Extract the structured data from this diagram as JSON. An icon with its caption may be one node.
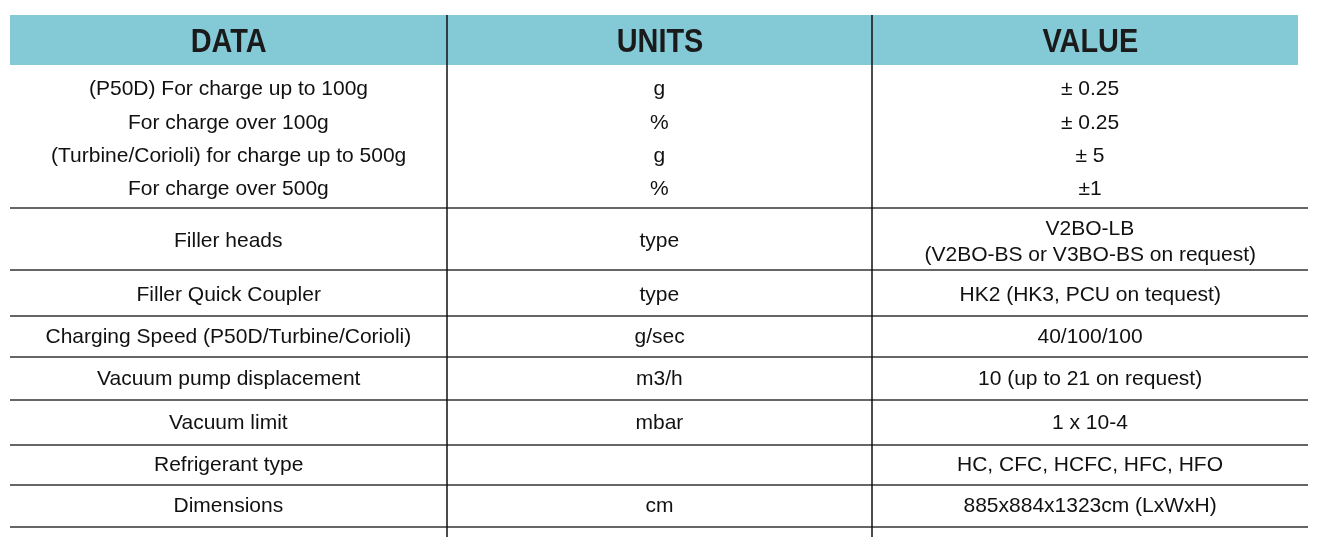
{
  "diagram": {
    "labels": [
      "DATA",
      "UNITS",
      "VALUE",
      "(P50D) For charge up to 100g",
      "g",
      "± 0.25",
      "For charge over 100g",
      "%",
      "± 0.25",
      "(Turbine/Corioli) for charge up to 500g",
      "g",
      "± 5",
      "For charge over 500g",
      "%",
      "±1",
      "Filler heads",
      "type",
      "V2BO-LB",
      "(V2BO-BS or V3BO-BS on request)",
      "Filler Quick Coupler",
      "type",
      "HK2 (HK3, PCU on tequest)",
      "Charging Speed (P50D/Turbine/Corioli)",
      "g/sec",
      "40/100/100",
      "Vacuum pump displacement",
      "m3/h",
      "10 (up to 21 on request)",
      "Vacuum limit",
      "mbar",
      "1 x 10-4",
      "Refrigerant type",
      "HC, CFC, HCFC, HFC, HFO",
      "Dimensions",
      "cm",
      "885x884x1323cm (LxWxH)"
    ]
  }
}
